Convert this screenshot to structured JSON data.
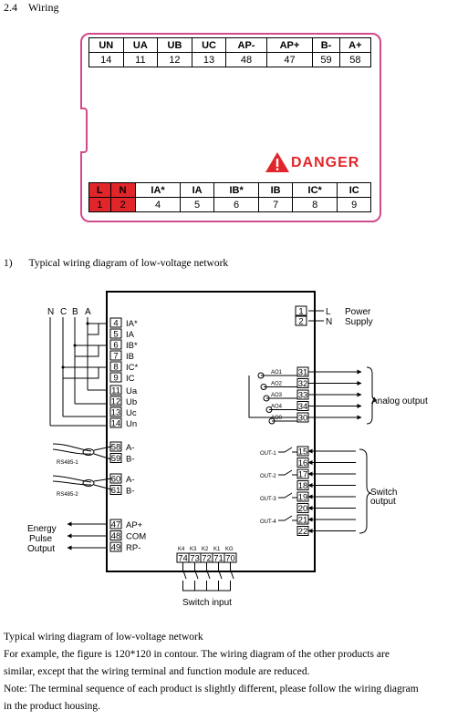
{
  "section": {
    "number": "2.4",
    "title": "Wiring"
  },
  "terminal_block": {
    "top_row": {
      "names": [
        "UN",
        "UA",
        "UB",
        "UC",
        "AP-",
        "AP+",
        "B-",
        "A+"
      ],
      "numbers": [
        "14",
        "11",
        "12",
        "13",
        "48",
        "47",
        "59",
        "58"
      ]
    },
    "bottom_row": {
      "names": [
        "L",
        "N",
        "IA*",
        "IA",
        "IB*",
        "IB",
        "IC*",
        "IC"
      ],
      "numbers": [
        "1",
        "2",
        "4",
        "5",
        "6",
        "7",
        "8",
        "9"
      ],
      "highlight_color": "#e0262b"
    },
    "warning": {
      "text": "DANGER",
      "icon": "warning-triangle-icon",
      "color": "#e0262b"
    },
    "border_color": "#d24a8c"
  },
  "subsection": {
    "number": "1)",
    "title": "Typical wiring diagram of low-voltage network"
  },
  "diagram": {
    "phase_labels": [
      "N",
      "C",
      "B",
      "A"
    ],
    "current_terminals": [
      {
        "num": "4",
        "label": "IA*"
      },
      {
        "num": "5",
        "label": "IA"
      },
      {
        "num": "6",
        "label": "IB*"
      },
      {
        "num": "7",
        "label": "IB"
      },
      {
        "num": "8",
        "label": "IC*"
      },
      {
        "num": "9",
        "label": "IC"
      }
    ],
    "voltage_terminals": [
      {
        "num": "11",
        "label": "Ua"
      },
      {
        "num": "12",
        "label": "Ub"
      },
      {
        "num": "13",
        "label": "Uc"
      },
      {
        "num": "14",
        "label": "Un"
      }
    ],
    "rs485_1": {
      "terminals": [
        {
          "num": "58",
          "label": "A-"
        },
        {
          "num": "59",
          "label": "B-"
        }
      ],
      "label": "RS485-1"
    },
    "rs485_2": {
      "terminals": [
        {
          "num": "60",
          "label": "A-"
        },
        {
          "num": "61",
          "label": "B-"
        }
      ],
      "label": "RS485-2"
    },
    "energy_pulse": {
      "terminals": [
        {
          "num": "47",
          "label": "AP+"
        },
        {
          "num": "48",
          "label": "COM"
        },
        {
          "num": "49",
          "label": "RP-"
        }
      ],
      "label_lines": [
        "Energy",
        "Pulse",
        "Output"
      ]
    },
    "power": {
      "terminals": [
        {
          "num": "1",
          "label": "L"
        },
        {
          "num": "2",
          "label": "N"
        }
      ],
      "label_lines": [
        "Power",
        "Supply"
      ]
    },
    "analog": {
      "channels": [
        "AO1",
        "AO2",
        "AO3",
        "AO4",
        "AO0"
      ],
      "terminals": [
        "31",
        "32",
        "33",
        "34",
        "30"
      ],
      "label": "Analog output"
    },
    "switch_out": {
      "channels": [
        "OUT-1",
        "OUT-2",
        "OUT-3",
        "OUT-4"
      ],
      "terminals": [
        "15",
        "16",
        "17",
        "18",
        "19",
        "20",
        "21",
        "22"
      ],
      "label_lines": [
        "Switch",
        "output"
      ]
    },
    "switch_in": {
      "channels": [
        "K4",
        "K3",
        "K2",
        "K1",
        "KG"
      ],
      "terminals": [
        "74",
        "73",
        "72",
        "71",
        "70"
      ],
      "label": "Switch input"
    }
  },
  "caption": {
    "lines": [
      "Typical wiring diagram of low-voltage network",
      "For example, the figure is 120*120 in contour. The wiring diagram of the other products are",
      "similar, except that the wiring terminal and function module are reduced.",
      "Note: The terminal sequence of each product is slightly different, please follow the wiring diagram",
      "in the product housing."
    ]
  }
}
